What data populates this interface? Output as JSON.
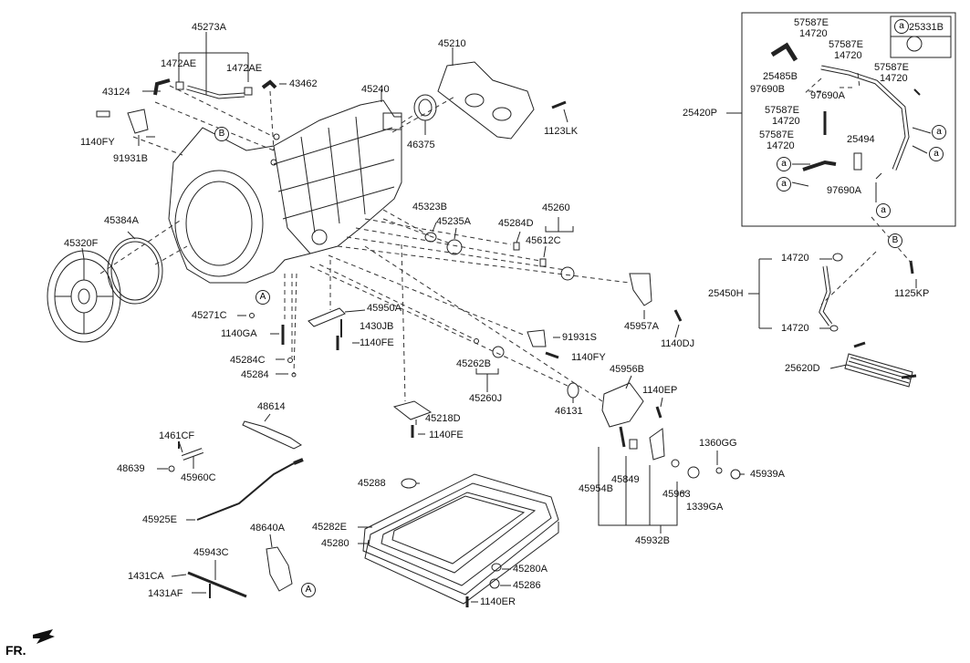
{
  "diagram": {
    "labels": {
      "p45273A": "45273A",
      "p1472AE_l": "1472AE",
      "p1472AE_r": "1472AE",
      "p43124": "43124",
      "p43462": "43462",
      "p1140FY_l": "1140FY",
      "p91931B": "91931B",
      "p45210": "45210",
      "p45240": "45240",
      "p46375": "46375",
      "p1123LK": "1123LK",
      "p45384A": "45384A",
      "p45320F": "45320F",
      "p45323B": "45323B",
      "p45235A": "45235A",
      "p45260": "45260",
      "p45284D": "45284D",
      "p45612C": "45612C",
      "p45271C": "45271C",
      "p1140GA": "1140GA",
      "p45950A": "45950A",
      "p1430JB": "1430JB",
      "p1140FE_a": "1140FE",
      "p45284C": "45284C",
      "p45284": "45284",
      "p91931S": "91931S",
      "p1140FY_c": "1140FY",
      "p45262B": "45262B",
      "p45260J": "45260J",
      "p45957A": "45957A",
      "p1140DJ": "1140DJ",
      "p45218D": "45218D",
      "p1140FE_b": "1140FE",
      "p46131": "46131",
      "p45956B": "45956B",
      "p1140EP": "1140EP",
      "p48614": "48614",
      "p1461CF": "1461CF",
      "p48639": "48639",
      "p45960C": "45960C",
      "p45925E": "45925E",
      "p48640A": "48640A",
      "p45943C": "45943C",
      "p1431CA": "1431CA",
      "p1431AF": "1431AF",
      "p45288": "45288",
      "p45282E": "45282E",
      "p45280": "45280",
      "p45280A": "45280A",
      "p45286": "45286",
      "p1140ER": "1140ER",
      "p1360GG": "1360GG",
      "p45939A": "45939A",
      "p45954B": "45954B",
      "p45849": "45849",
      "p45963": "45963",
      "p1339GA": "1339GA",
      "p45932B": "45932B",
      "p25420P": "25420P",
      "p25331B": "25331B",
      "p57587E_1": "57587E",
      "p14720_1": "14720",
      "p57587E_2": "57587E",
      "p14720_2": "14720",
      "p25485B": "25485B",
      "p97690B": "97690B",
      "p97690A_1": "97690A",
      "p57587E_3": "57587E",
      "p14720_3": "14720",
      "p57587E_4": "57587E",
      "p14720_4": "14720",
      "p57587E_5": "57587E",
      "p14720_5": "14720",
      "p25494": "25494",
      "p97690A_2": "97690A",
      "p14720_6": "14720",
      "p25450H": "25450H",
      "p14720_7": "14720",
      "p1125KP": "1125KP",
      "p25620D": "25620D",
      "fr": "FR."
    },
    "markers": {
      "a": "a",
      "A": "A",
      "B": "B"
    }
  }
}
